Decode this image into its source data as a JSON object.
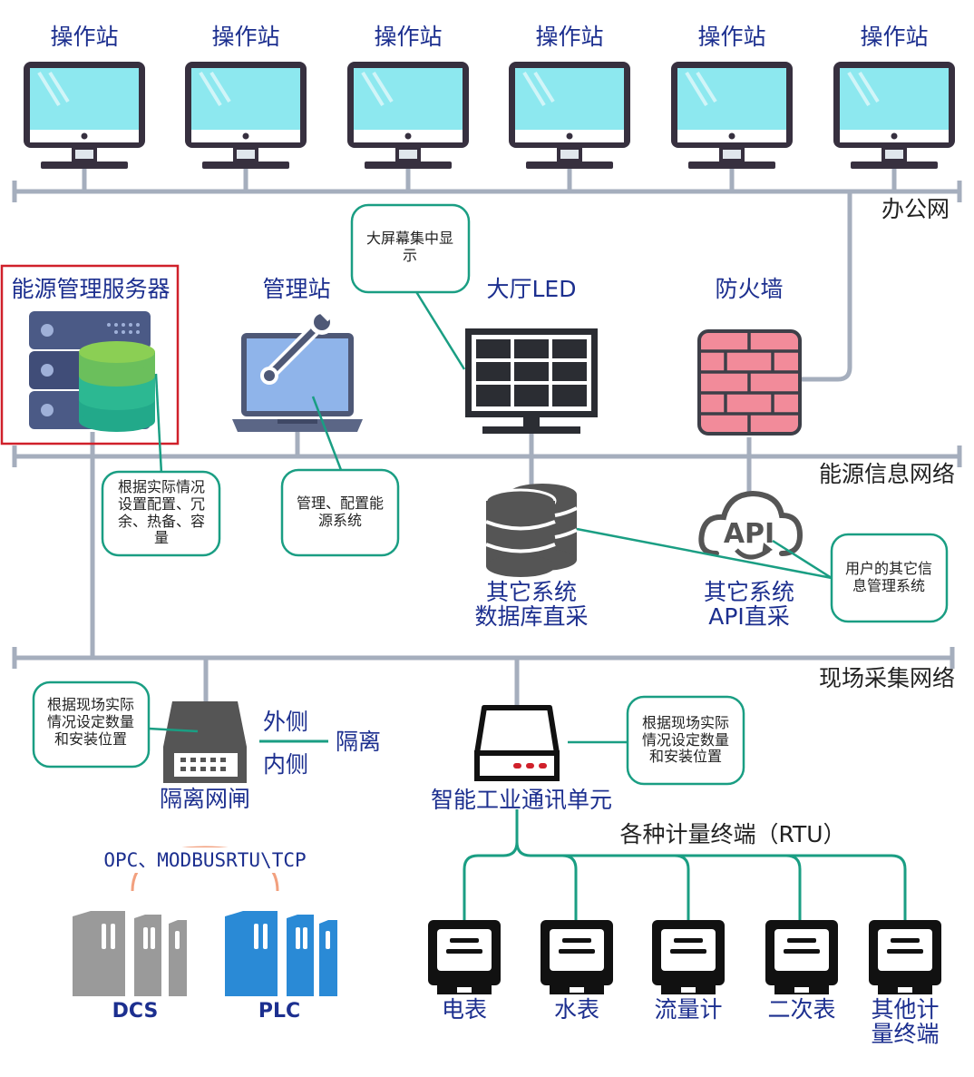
{
  "colors": {
    "bus": "#a5aebd",
    "callout": "#1a9e83",
    "title_text": "#1c2f8f",
    "highlight": "#d0202a",
    "monitor_screen": "#8de8ef",
    "monitor_frame": "#37303f",
    "firewall": "#f28b9a",
    "plc_blue": "#2a8ad6",
    "dcs_gray": "#9a9a9a",
    "protocol_line": "#f2a07e"
  },
  "networks": {
    "office": "办公网",
    "energy": "能源信息网络",
    "field": "现场采集网络"
  },
  "operator_stations": [
    "操作站",
    "操作站",
    "操作站",
    "操作站",
    "操作站",
    "操作站"
  ],
  "nodes": {
    "energy_server": "能源管理服务器",
    "mgmt_station": "管理站",
    "hall_led": "大厅LED",
    "firewall": "防火墙",
    "db_direct": [
      "其它系统",
      "数据库直采"
    ],
    "api_direct": [
      "其它系统",
      "API直采"
    ],
    "api_icon_text": "API",
    "gateway": "隔离网闸",
    "gateway_outer": "外侧",
    "gateway_inner": "内侧",
    "gateway_iso": "隔离",
    "comm_unit": "智能工业通讯单元",
    "protocols": "OPC、MODBUSRTU\\TCP",
    "rtu_title": "各种计量终端（RTU）",
    "dcs": "DCS",
    "plc": "PLC",
    "meters": [
      [
        "电表"
      ],
      [
        "水表"
      ],
      [
        "流量计"
      ],
      [
        "二次表"
      ],
      [
        "其他计",
        "量终端"
      ]
    ]
  },
  "callouts": {
    "big_screen": [
      "大屏幕集中显",
      "示"
    ],
    "server": [
      "根据实际情况",
      "设置配置、冗",
      "余、热备、容",
      "量"
    ],
    "mgmt": [
      "管理、配置能",
      "源系统"
    ],
    "user_other": [
      "用户的其它信",
      "息管理系统"
    ],
    "gateway_pos": [
      "根据现场实际",
      "情况设定数量",
      "和安装位置"
    ],
    "comm_pos": [
      "根据现场实际",
      "情况设定数量",
      "和安装位置"
    ]
  }
}
